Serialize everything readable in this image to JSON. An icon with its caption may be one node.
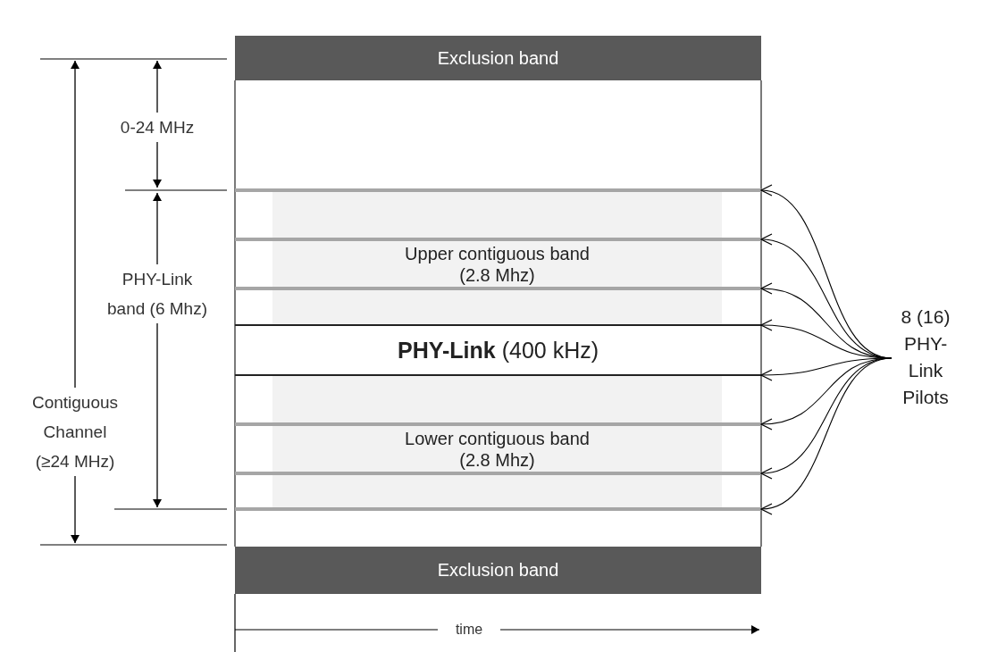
{
  "diagram": {
    "nodes": [
      {
        "text": [
          "Exclusion band"
        ]
      },
      {
        "text": [
          "Upper contiguous band (2.8 Mhz)"
        ]
      },
      {
        "text": [
          "**PHY-Link** (400 kHz)"
        ]
      },
      {
        "text": [
          "Lower contiguous band (2.8 Mhz)"
        ]
      },
      {
        "text": [
          "Exclusion band"
        ]
      },
      {
        "text": [
          "8 (16) PHY-Link Pilots"
        ]
      },
      {
        "text": [],
        "shape": "bar"
      },
      {
        "text": [],
        "shape": "bar"
      },
      {
        "text": [],
        "shape": "bar"
      },
      {
        "text": [],
        "shape": "bar"
      },
      {
        "text": [],
        "shape": "bar"
      },
      {
        "text": [],
        "shape": "bar"
      },
      {
        "text": [],
        "shape": "bar"
      },
      {
        "text": [],
        "shape": "bar"
      }
    ],
    "edges": [
      {
        "from": 5,
        "to": 6,
        "arrow": "to"
      },
      {
        "from": 5,
        "to": 7,
        "arrow": "to"
      },
      {
        "from": 5,
        "to": 8,
        "arrow": "to"
      },
      {
        "from": 5,
        "to": 9,
        "arrow": "to"
      },
      {
        "from": 5,
        "to": 10,
        "arrow": "to"
      },
      {
        "from": 5,
        "to": 11,
        "arrow": "to"
      },
      {
        "from": 5,
        "to": 12,
        "arrow": "to"
      },
      {
        "from": 5,
        "to": 13,
        "arrow": "to"
      }
    ],
    "labels": [
      "0-24 MHz",
      "PHY-Link band (6 Mhz)",
      "Contiguous Channel (≥24 MHz)",
      "time"
    ]
  }
}
